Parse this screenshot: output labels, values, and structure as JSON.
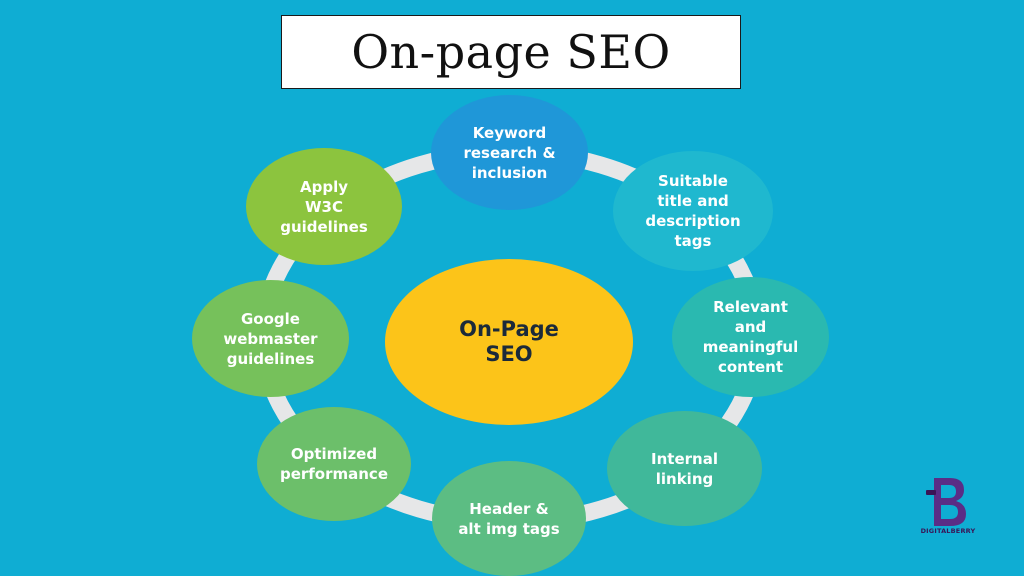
{
  "title": "On-page SEO",
  "diagram": {
    "center": {
      "label": "On-Page\nSEO",
      "color": "#fcc419"
    },
    "ring_color": "#e6e7e8",
    "nodes": [
      {
        "id": "keyword-research",
        "label": "Keyword\nresearch &\ninclusion",
        "color": "#1f97d8"
      },
      {
        "id": "title-description-tags",
        "label": "Suitable\ntitle and\ndescription\ntags",
        "color": "#1fb8cf"
      },
      {
        "id": "relevant-content",
        "label": "Relevant\nand\nmeaningful\ncontent",
        "color": "#2ab9b0"
      },
      {
        "id": "internal-linking",
        "label": "Internal\nlinking",
        "color": "#40b89a"
      },
      {
        "id": "header-alt-tags",
        "label": "Header &\nalt img tags",
        "color": "#5cbd83"
      },
      {
        "id": "optimized-performance",
        "label": "Optimized\nperformance",
        "color": "#6cbf6a"
      },
      {
        "id": "google-guidelines",
        "label": "Google\nwebmaster\nguidelines",
        "color": "#76c15b"
      },
      {
        "id": "w3c-guidelines",
        "label": "Apply\nW3C\nguidelines",
        "color": "#8cc43e"
      }
    ]
  },
  "logo": {
    "brand": "DIGITALBERRY",
    "color": "#5a2d86"
  }
}
